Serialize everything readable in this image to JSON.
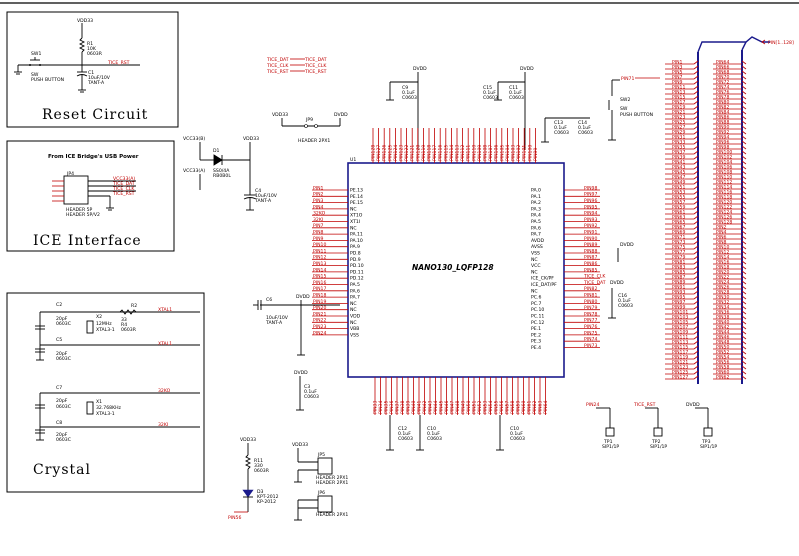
{
  "blocks": {
    "reset": {
      "title": "Reset Circuit",
      "vdd": "VDD33",
      "r_ref": "R1",
      "r_val": "10K",
      "r_pkg": "0603R",
      "sw_ref": "SW1",
      "sw_type": "SW",
      "sw_desc": "PUSH BUTTON",
      "c_ref": "C1",
      "c_val": "10uF/10V",
      "c_pkg": "TANT-A",
      "net": "TICE_RST"
    },
    "ice": {
      "title": "ICE Interface",
      "note": "From ICE Bridge's USB Power",
      "jp_ref": "JP4",
      "jp_val": "HEADER 5P",
      "jp_desc": "HEADER 5P/V2",
      "vcc_a": "VCC33(A)",
      "vcc_b": "VCC33(B)",
      "nets": [
        "VCC33(A)",
        "TICE_DAT",
        "TICE_CLK",
        "TICE_RST"
      ]
    },
    "crystal": {
      "title": "Crystal",
      "c2": "C2",
      "c5": "C5",
      "c7": "C7",
      "c8": "C8",
      "c_val": "20pF",
      "c_pkg": "0603C",
      "r2": "R2",
      "r4": "R4",
      "r_val": "33",
      "r_pkg": "0603R",
      "x2": "X2",
      "x2_val": "12MHz",
      "x2_pkg": "XTAL3-1",
      "x1": "X1",
      "x1_val": "32.768KHz",
      "x1_pkg": "XTAL3-1",
      "nets": [
        "XTAL1",
        "XTAL1",
        "32KO",
        "32KI"
      ]
    }
  },
  "chip": {
    "ref": "U1",
    "name": "NANO130_LQFP128"
  },
  "power": {
    "vdd33": "VDD33",
    "dvdd": "DVDD",
    "avdd": "AVDD",
    "vss": "VSS"
  },
  "left_pins": [
    "PE.13",
    "PE.14",
    "PE.15",
    "NC",
    "XT1O",
    "XT1I",
    "NC",
    "PA.11",
    "PA.10",
    "PA.9",
    "PD.8",
    "PD.9",
    "PD.10",
    "PD.11",
    "PD.12",
    "PA.5",
    "PA.6",
    "PA.7",
    "NC",
    "NC",
    "VDD",
    "NC",
    "VBB",
    "VSS"
  ],
  "left_nets": [
    "PIN1",
    "PIN2",
    "PIN3",
    "PIN4",
    "32KO",
    "32KI",
    "PIN7",
    "PIN8",
    "PIN9",
    "PIN10",
    "PIN11",
    "PIN12",
    "PIN13",
    "PIN14",
    "PIN15",
    "PIN16",
    "PIN17",
    "PIN18",
    "PIN19",
    "PIN20",
    "PIN21",
    "PIN22",
    "PIN23",
    "PIN24"
  ],
  "right_pins": [
    "PA.0",
    "PA.1",
    "PA.2",
    "PA.3",
    "PA.4",
    "PA.5",
    "PA.6",
    "PA.7",
    "AVDD",
    "AVSS",
    "VSS",
    "NC",
    "VCC",
    "NC",
    "ICE_CK/PF",
    "ICE_DAT/PF",
    "NC",
    "PC.6",
    "PC.7",
    "PC.10",
    "PC.11",
    "PC.12",
    "PE.1",
    "PE.2",
    "PE.3",
    "PE.4"
  ],
  "right_nets": [
    "PIN98",
    "PIN97",
    "PIN96",
    "PIN95",
    "PIN94",
    "PIN93",
    "PIN92",
    "PIN91",
    "PIN90",
    "PIN89",
    "PIN88",
    "PIN87",
    "PIN86",
    "PIN85",
    "TICE_CLK",
    "TICE_DAT",
    "PIN82",
    "PIN81",
    "PIN80",
    "PIN79",
    "PIN78",
    "PIN77",
    "PIN76",
    "PIN75",
    "PIN74",
    "PIN73"
  ],
  "ice_labels": [
    "TICE_DAT",
    "TICE_CLK",
    "TICE_RST"
  ],
  "jp": {
    "ref": "JP9",
    "val": "HEADER 2PX1"
  },
  "sw2": {
    "ref": "SW2",
    "type": "SW",
    "desc": "PUSH BUTTON",
    "net": "PIN71"
  },
  "diode": {
    "ref": "D1",
    "val": "SS0/4A",
    "pkg": "RB0B0L"
  },
  "cap_c4": {
    "ref": "C4",
    "val": "10uF/10V",
    "pkg": "TANT-A"
  },
  "cap_c6": {
    "ref": "C6",
    "val": "10uF/10V",
    "pkg": "TANT-A"
  },
  "caps_small": [
    {
      "ref": "C9",
      "val": "0.1uF",
      "pkg": "C0603"
    },
    {
      "ref": "C15",
      "val": "0.1uF",
      "pkg": "C0603"
    },
    {
      "ref": "C11",
      "val": "0.1uF",
      "pkg": "C0603"
    },
    {
      "ref": "C13",
      "val": "0.1uF",
      "pkg": "C0603"
    },
    {
      "ref": "C14",
      "val": "0.1uF",
      "pkg": "C0603"
    },
    {
      "ref": "C10",
      "val": "0.1uF",
      "pkg": "C0603"
    },
    {
      "ref": "C12",
      "val": "0.1uF",
      "pkg": "C0603"
    },
    {
      "ref": "C3",
      "val": "0.1uF",
      "pkg": "C0603"
    },
    {
      "ref": "C16",
      "val": "0.1uF",
      "pkg": "C0603"
    }
  ],
  "testpoints": [
    {
      "ref": "TP1",
      "val": "SIP1/1P",
      "net": "PIN24"
    },
    {
      "ref": "TP2",
      "val": "SIP1/1P",
      "net": "TICE_RST"
    },
    {
      "ref": "TP3",
      "val": "SIP1/1P",
      "net": "DVDD"
    }
  ],
  "led": {
    "r_ref": "R11",
    "r_val": "330",
    "r_pkg": "0603R",
    "d_ref": "D3",
    "d_val": "KPT-2012",
    "d_pkg": "KP-2012",
    "net": "PIN56"
  },
  "jp_small": [
    {
      "ref": "JP5",
      "val": "HEADER 2PX1"
    },
    {
      "ref": "JP6",
      "val": "HEADER 2PX1"
    }
  ],
  "bus": {
    "label": "PIN[1..128]"
  },
  "connector_left": [
    "PIN1",
    "PIN3",
    "PIN5",
    "PIN7",
    "PIN9",
    "PIN11",
    "PIN13",
    "PIN15",
    "PIN17",
    "PIN19",
    "PIN21",
    "PIN23",
    "PIN25",
    "PIN27",
    "PIN29",
    "PIN31",
    "PIN33",
    "PIN35",
    "PIN37",
    "PIN39",
    "PIN41",
    "PIN43",
    "PIN45",
    "PIN47",
    "PIN49",
    "PIN51",
    "PIN53",
    "PIN55",
    "PIN57",
    "PIN59",
    "PIN61",
    "PIN63",
    "PIN65",
    "PIN67",
    "PIN69",
    "PIN71",
    "PIN73",
    "PIN75",
    "PIN77",
    "PIN79",
    "PIN81",
    "PIN83",
    "PIN85",
    "PIN87",
    "PIN89",
    "PIN91",
    "PIN93",
    "PIN95",
    "PIN97",
    "PIN99",
    "PIN101",
    "PIN103",
    "PIN105",
    "PIN107",
    "PIN109",
    "PIN111",
    "PIN113",
    "PIN115",
    "PIN117",
    "PIN119",
    "PIN121",
    "PIN123",
    "PIN125",
    "PIN127"
  ],
  "connector_right": [
    "PIN64",
    "PIN66",
    "PIN68",
    "PIN70",
    "PIN72",
    "PIN74",
    "PIN76",
    "PIN78",
    "PIN80",
    "PIN82",
    "PIN84",
    "PIN86",
    "PIN88",
    "PIN90",
    "PIN92",
    "PIN94",
    "PIN96",
    "PIN98",
    "PIN100",
    "PIN102",
    "PIN104",
    "PIN106",
    "PIN108",
    "PIN110",
    "PIN112",
    "PIN114",
    "PIN116",
    "PIN118",
    "PIN120",
    "PIN122",
    "PIN124",
    "PIN126",
    "PIN128",
    "PIN2",
    "PIN4",
    "PIN6",
    "PIN8",
    "PIN10",
    "PIN12",
    "PIN14",
    "PIN16",
    "PIN18",
    "PIN20",
    "PIN22",
    "PIN24",
    "PIN26",
    "PIN28",
    "PIN30",
    "PIN32",
    "PIN34",
    "PIN36",
    "PIN38",
    "PIN40",
    "PIN42",
    "PIN44",
    "PIN46",
    "PIN48",
    "PIN50",
    "PIN52",
    "PIN54",
    "PIN56",
    "PIN58",
    "PIN60",
    "PIN62"
  ],
  "top_pins": [
    "PIN128",
    "PIN127",
    "PIN126",
    "PIN125",
    "PIN124",
    "PIN123",
    "PIN122",
    "PIN121",
    "PIN120",
    "PIN119",
    "PIN118",
    "PIN117",
    "PIN116",
    "PIN115",
    "PIN114",
    "PIN113",
    "PIN112",
    "PIN111",
    "PIN110",
    "PIN109",
    "PIN108",
    "PIN107",
    "PIN106",
    "PIN105",
    "PIN104",
    "PIN103",
    "PIN102",
    "PIN101",
    "PIN100",
    "PIN99"
  ],
  "bottom_pins": [
    "PIN33",
    "PIN34",
    "PIN35",
    "PIN36",
    "PIN37",
    "PIN38",
    "PIN39",
    "PIN40",
    "PIN41",
    "PIN42",
    "PIN43",
    "PIN44",
    "PIN45",
    "PIN46",
    "PIN47",
    "PIN48",
    "PIN49",
    "PIN50",
    "PIN51",
    "PIN52",
    "PIN53",
    "PIN54",
    "PIN55",
    "PIN56",
    "PIN57",
    "PIN58",
    "PIN59",
    "PIN60",
    "PIN61",
    "PIN62",
    "PIN63",
    "PIN64"
  ]
}
